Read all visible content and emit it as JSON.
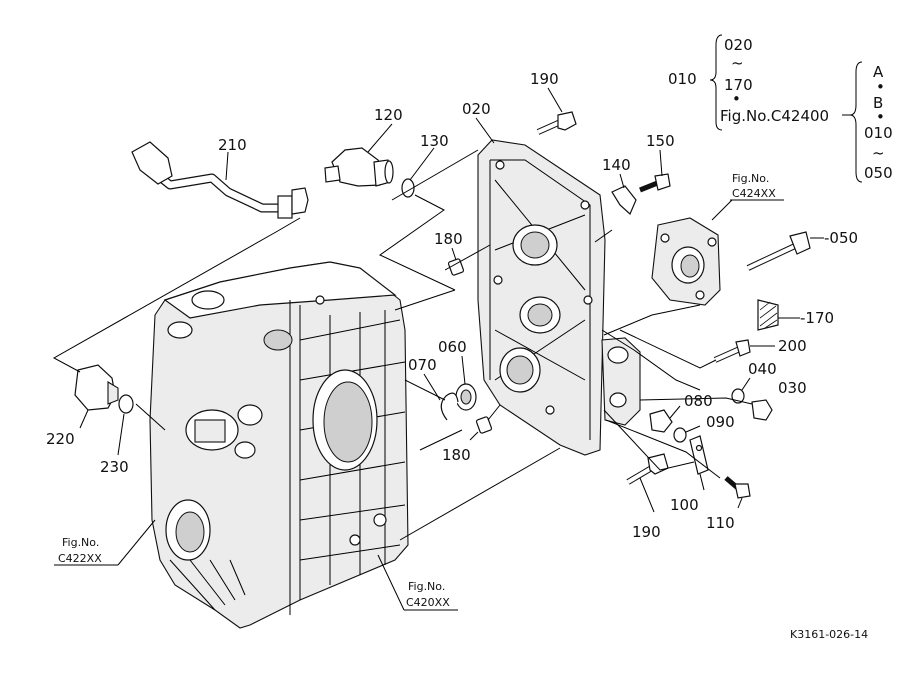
{
  "labels": {
    "p010": "010",
    "p020_a": "020",
    "tilde_a": "~",
    "p170_a": "170",
    "dot_a": "•",
    "fig_c42400": "Fig.No.C42400",
    "grp_A": "A",
    "dot_b": "•",
    "grp_B": "B",
    "dot_c": "•",
    "p010_b": "010",
    "tilde_b": "~",
    "p050_b": "050",
    "p020": "020",
    "p030": "030",
    "p040": "040",
    "p050": "-050",
    "p060": "060",
    "p070": "070",
    "p080": "080",
    "p090": "090",
    "p100": "100",
    "p110": "110",
    "p120": "120",
    "p130": "130",
    "p140": "140",
    "p150": "150",
    "p170": "-170",
    "p180_top": "180",
    "p180_bottom": "180",
    "p190_top": "190",
    "p190_bottom": "190",
    "p200": "200",
    "p210": "210",
    "p220": "220",
    "p230": "230",
    "fig_c424_a": "Fig.No.",
    "fig_c424_b": "C424XX",
    "fig_c422_a": "Fig.No.",
    "fig_c422_b": "C422XX",
    "fig_c420_a": "Fig.No.",
    "fig_c420_b": "C420XX",
    "drawing_id": "K3161-026-14"
  }
}
